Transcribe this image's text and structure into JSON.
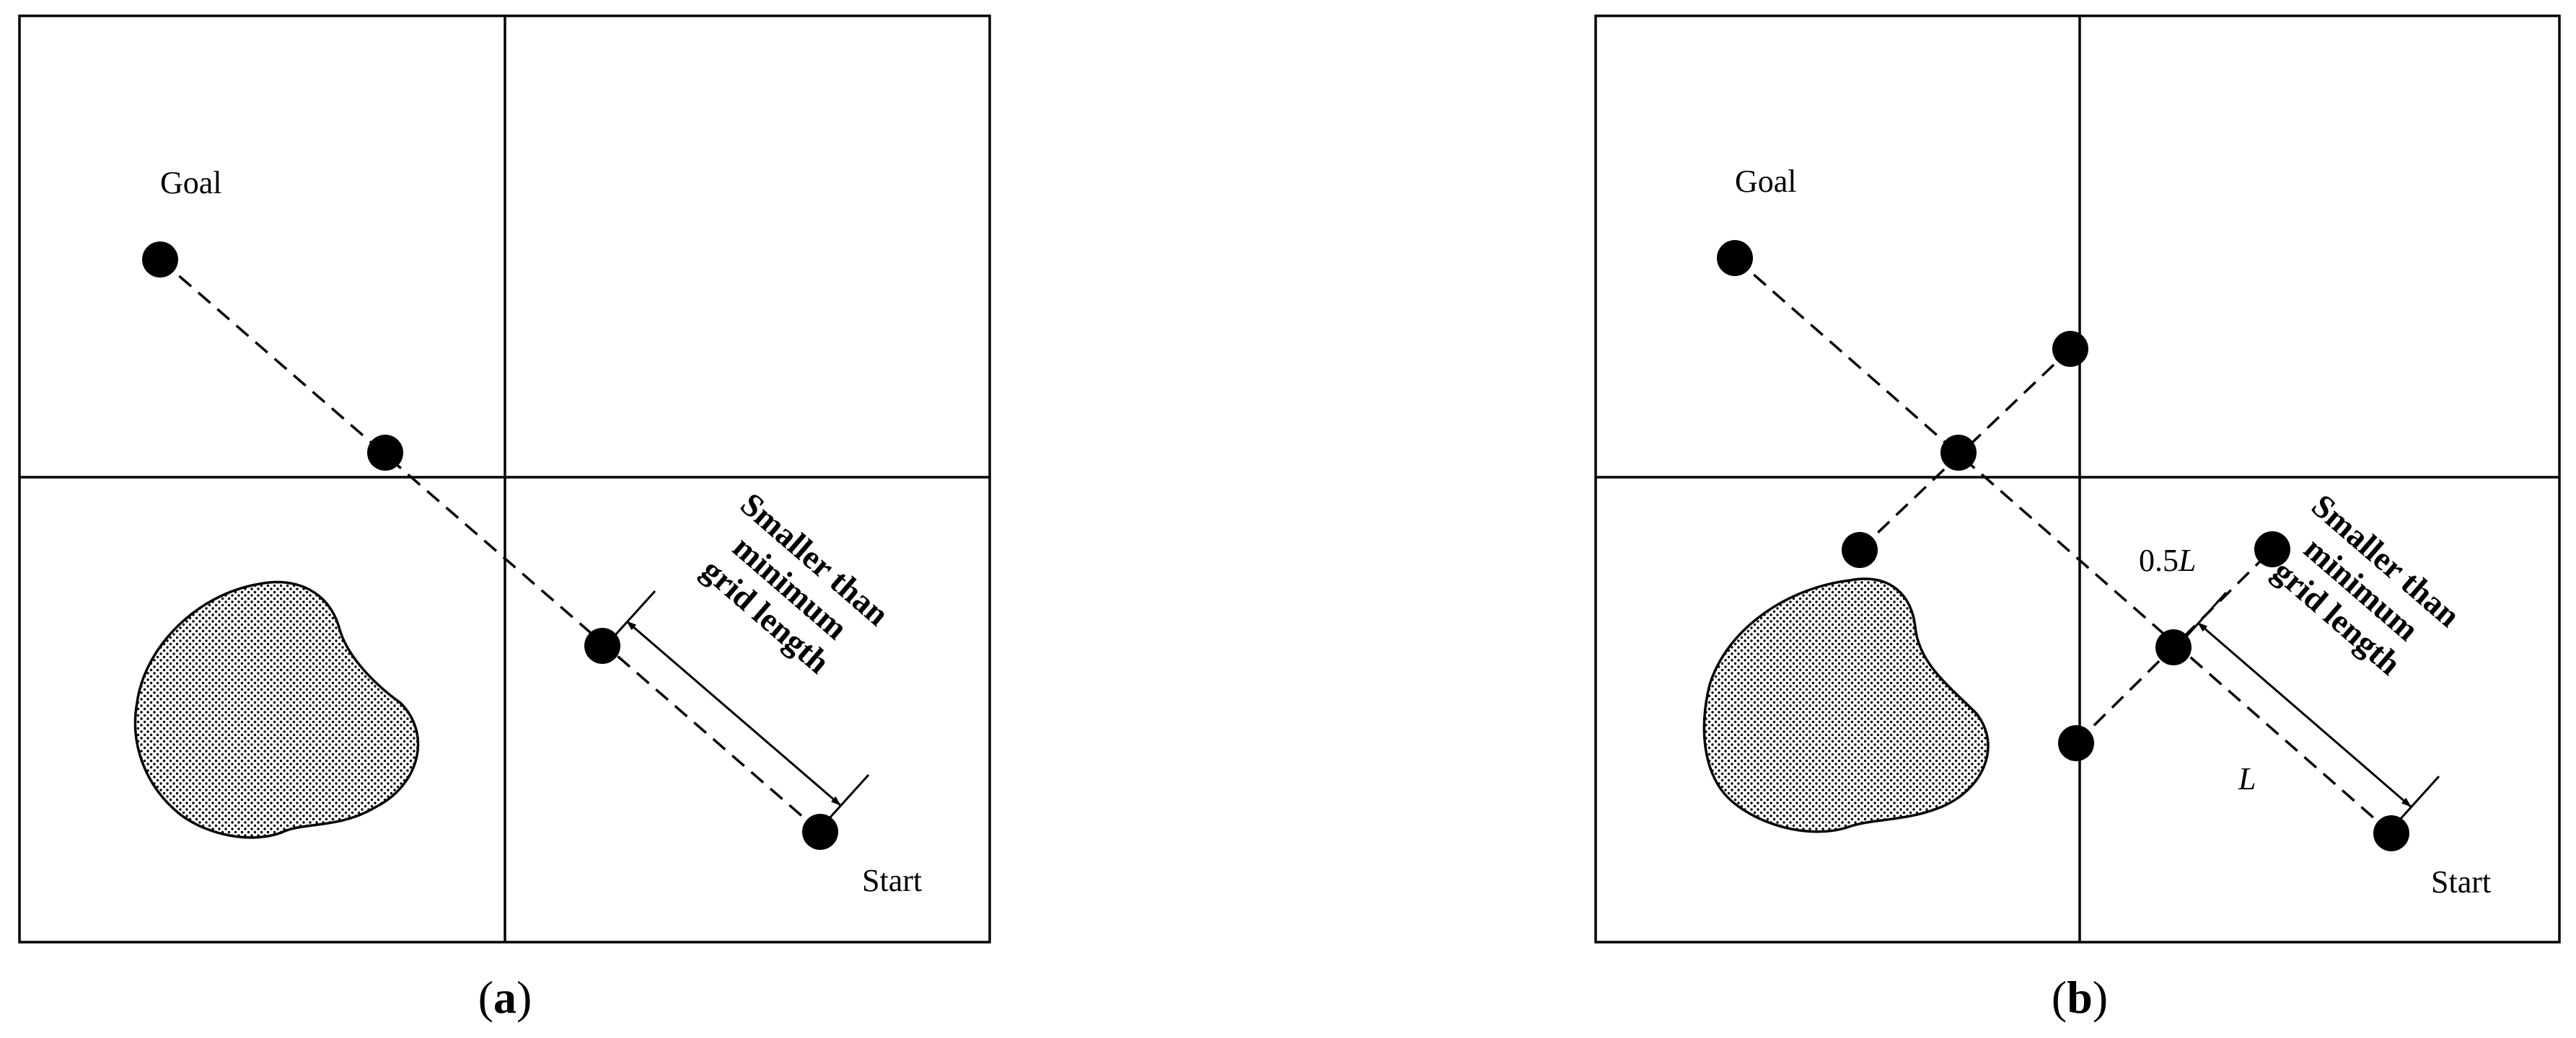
{
  "panel_a": {
    "goal_label": "Goal",
    "start_label": "Start",
    "note_line1": "Smaller than",
    "note_line2": "minimum",
    "note_line3": "grid length",
    "caption_open": "(",
    "caption_letter": "a",
    "caption_close": ")"
  },
  "panel_b": {
    "goal_label": "Goal",
    "start_label": "Start",
    "half_label_num": "0.5",
    "half_label_var": "L",
    "length_label": "L",
    "note_line1": "Smaller than",
    "note_line2": "minimum",
    "note_line3": "grid length",
    "caption_open": "(",
    "caption_letter": "b",
    "caption_close": ")"
  }
}
